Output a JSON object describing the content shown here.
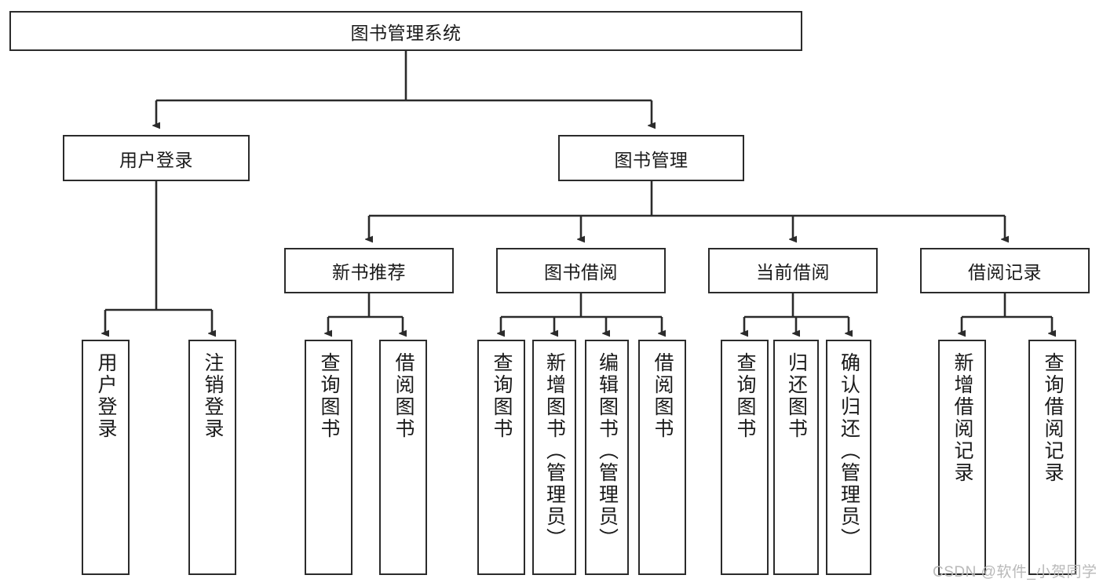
{
  "diagram": {
    "type": "hierarchy-tree",
    "title": "图书管理系统",
    "root": {
      "id": "root",
      "label": "图书管理系统",
      "orientation": "horizontal"
    },
    "level2": [
      {
        "id": "user-login",
        "label": "用户登录",
        "orientation": "horizontal"
      },
      {
        "id": "book-management",
        "label": "图书管理",
        "orientation": "horizontal"
      }
    ],
    "level3": [
      {
        "id": "new-book-recommend",
        "label": "新书推荐",
        "orientation": "horizontal",
        "parent": "book-management"
      },
      {
        "id": "book-borrow",
        "label": "图书借阅",
        "orientation": "horizontal",
        "parent": "book-management"
      },
      {
        "id": "current-borrow",
        "label": "当前借阅",
        "orientation": "horizontal",
        "parent": "book-management"
      },
      {
        "id": "borrow-record",
        "label": "借阅记录",
        "orientation": "horizontal",
        "parent": "book-management"
      }
    ],
    "leaves": [
      {
        "id": "leaf-user-login",
        "label": "用户登录",
        "parent": "user-login",
        "orientation": "vertical"
      },
      {
        "id": "leaf-user-logout",
        "label": "注销登录",
        "parent": "user-login",
        "orientation": "vertical"
      },
      {
        "id": "leaf-query-book-1",
        "label": "查询图书",
        "parent": "new-book-recommend",
        "orientation": "vertical"
      },
      {
        "id": "leaf-borrow-book-1",
        "label": "借阅图书",
        "parent": "new-book-recommend",
        "orientation": "vertical"
      },
      {
        "id": "leaf-query-book-2",
        "label": "查询图书",
        "parent": "book-borrow",
        "orientation": "vertical"
      },
      {
        "id": "leaf-add-book",
        "label": "新增图书（管理员）",
        "parent": "book-borrow",
        "orientation": "vertical"
      },
      {
        "id": "leaf-edit-book",
        "label": "编辑图书（管理员）",
        "parent": "book-borrow",
        "orientation": "vertical"
      },
      {
        "id": "leaf-borrow-book-2",
        "label": "借阅图书",
        "parent": "book-borrow",
        "orientation": "vertical"
      },
      {
        "id": "leaf-query-book-3",
        "label": "查询图书",
        "parent": "current-borrow",
        "orientation": "vertical"
      },
      {
        "id": "leaf-return-book",
        "label": "归还图书",
        "parent": "current-borrow",
        "orientation": "vertical"
      },
      {
        "id": "leaf-confirm-return",
        "label": "确认归还（管理员）",
        "parent": "current-borrow",
        "orientation": "vertical"
      },
      {
        "id": "leaf-add-record",
        "label": "新增借阅记录",
        "parent": "borrow-record",
        "orientation": "vertical"
      },
      {
        "id": "leaf-query-record",
        "label": "查询借阅记录",
        "parent": "borrow-record",
        "orientation": "vertical"
      }
    ],
    "colors": {
      "border": "#2b2b2b",
      "background": "#ffffff",
      "text": "#1a1a1a",
      "watermark": "#b9b9b9"
    }
  },
  "watermark": {
    "text": "CSDN @软件_小贺同学"
  }
}
